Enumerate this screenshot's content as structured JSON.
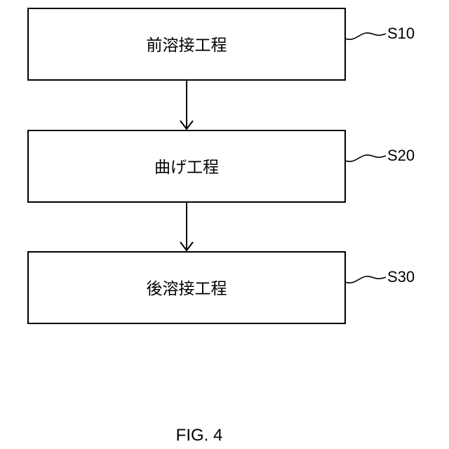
{
  "steps": [
    {
      "id": "S10",
      "text": "前溶接工程"
    },
    {
      "id": "S20",
      "text": "曲げ工程"
    },
    {
      "id": "S30",
      "text": "後溶接工程"
    }
  ],
  "figure": {
    "caption": "FIG. 4"
  }
}
